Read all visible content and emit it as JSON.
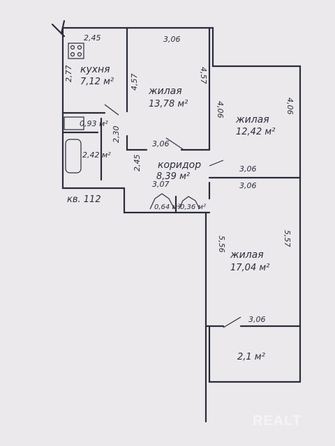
{
  "watermark": "REALT",
  "apartment_label": "кв. 112",
  "rooms": [
    {
      "name": "кухня",
      "area": "7,12 м²"
    },
    {
      "name": "жилая",
      "area": "13,78 м²"
    },
    {
      "name": "жилая",
      "area": "12,42 м²"
    },
    {
      "name": "коридор",
      "area": "8,39 м²"
    },
    {
      "name": "жилая",
      "area": "17,04 м²"
    },
    {
      "name": "",
      "area": "0,93 м²"
    },
    {
      "name": "",
      "area": "2,42 м²"
    },
    {
      "name": "",
      "area": "0,64 м²"
    },
    {
      "name": "",
      "area": "0,36 м²"
    },
    {
      "name": "",
      "area": "2,1 м²"
    }
  ],
  "dimensions": {
    "kitchen_top": "2,45",
    "kitchen_left": "2,77",
    "room1_top": "3,06",
    "room1_left": "4,57",
    "room1_right": "4,57",
    "room1_bottom": "3,06",
    "room2_left": "4,06",
    "room2_right": "4,06",
    "corridor_top": "3,06",
    "corridor_bottom_right": "3,06",
    "corridor_side": "2,45",
    "corridor_low": "3,07",
    "bath_side": "2,30",
    "room3_left": "5,56",
    "room3_right": "5,57",
    "room3_bottom": "3,06"
  }
}
